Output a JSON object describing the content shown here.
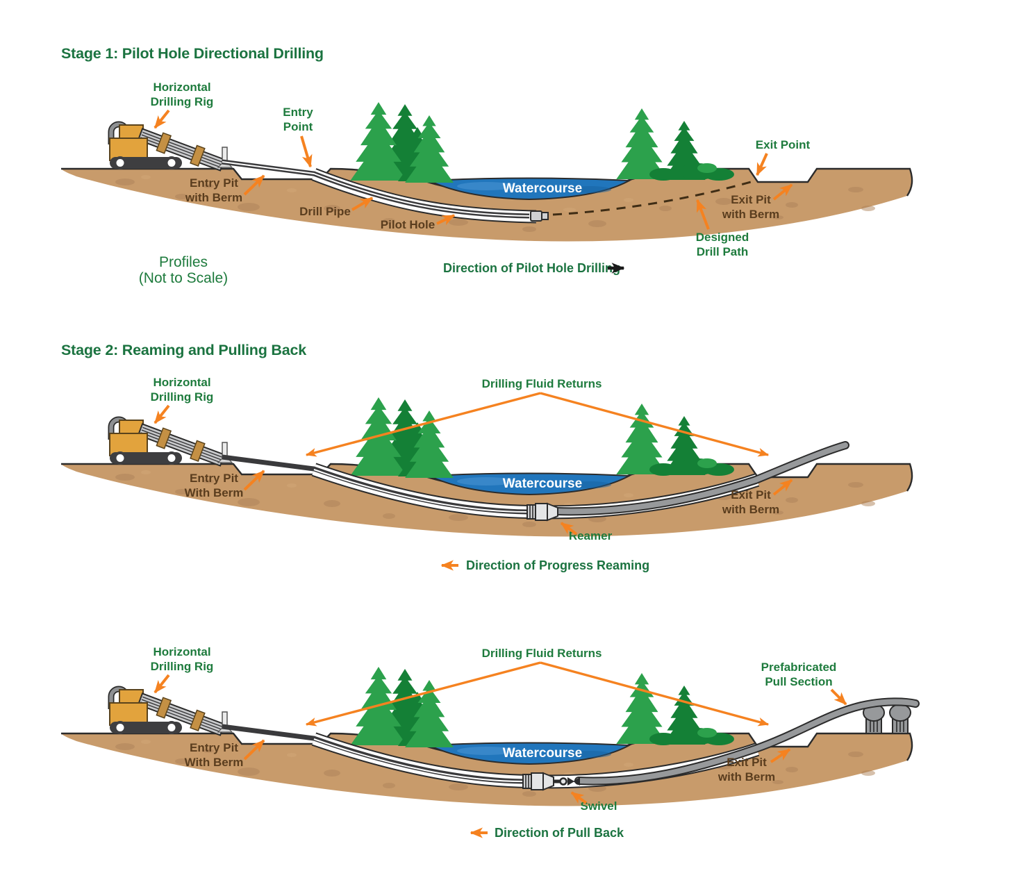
{
  "palette": {
    "title_green": "#1B7340",
    "label_green": "#1E7B3D",
    "label_brown": "#5A3D1E",
    "arrow_orange": "#F58220",
    "ground_tan": "#C89B6B",
    "water_blue": "#2176BC",
    "tree_green_light": "#2CA14C",
    "tree_green_dark": "#148036",
    "rig_yellow": "#E2A33D",
    "pipe_dark": "#3A3A3C",
    "product_pipe_gray": "#97999B"
  },
  "stage1": {
    "title": "Stage 1: Pilot Hole Directional Drilling",
    "labels": {
      "rig": [
        "Horizontal",
        "Drilling Rig"
      ],
      "entry_point": [
        "Entry",
        "Point"
      ],
      "entry_pit": [
        "Entry Pit",
        "with Berm"
      ],
      "drill_pipe": "Drill Pipe",
      "pilot_hole": "Pilot Hole",
      "watercourse": "Watercourse",
      "exit_point": "Exit Point",
      "exit_pit": [
        "Exit Pit",
        "with Berm"
      ],
      "designed_path": [
        "Designed",
        "Drill Path"
      ],
      "profiles": [
        "Profiles",
        "(Not to Scale)"
      ],
      "direction": "Direction of Pilot Hole Drilling"
    }
  },
  "stage2": {
    "title": "Stage 2: Reaming and Pulling Back",
    "labels": {
      "rig": [
        "Horizontal",
        "Drilling Rig"
      ],
      "fluid_returns": "Drilling Fluid Returns",
      "entry_pit": [
        "Entry Pit",
        "With Berm"
      ],
      "watercourse": "Watercourse",
      "reamer": "Reamer",
      "exit_pit": [
        "Exit Pit",
        "with Berm"
      ],
      "direction": "Direction of Progress Reaming"
    }
  },
  "stage3": {
    "labels": {
      "rig": [
        "Horizontal",
        "Drilling Rig"
      ],
      "fluid_returns": "Drilling Fluid Returns",
      "entry_pit": [
        "Entry Pit",
        "With Berm"
      ],
      "watercourse": "Watercourse",
      "prefab_section": [
        "Prefabricated",
        "Pull Section"
      ],
      "swivel": "Swivel",
      "exit_pit": [
        "Exit Pit",
        "with Berm"
      ],
      "direction": "Direction of Pull Back"
    }
  }
}
